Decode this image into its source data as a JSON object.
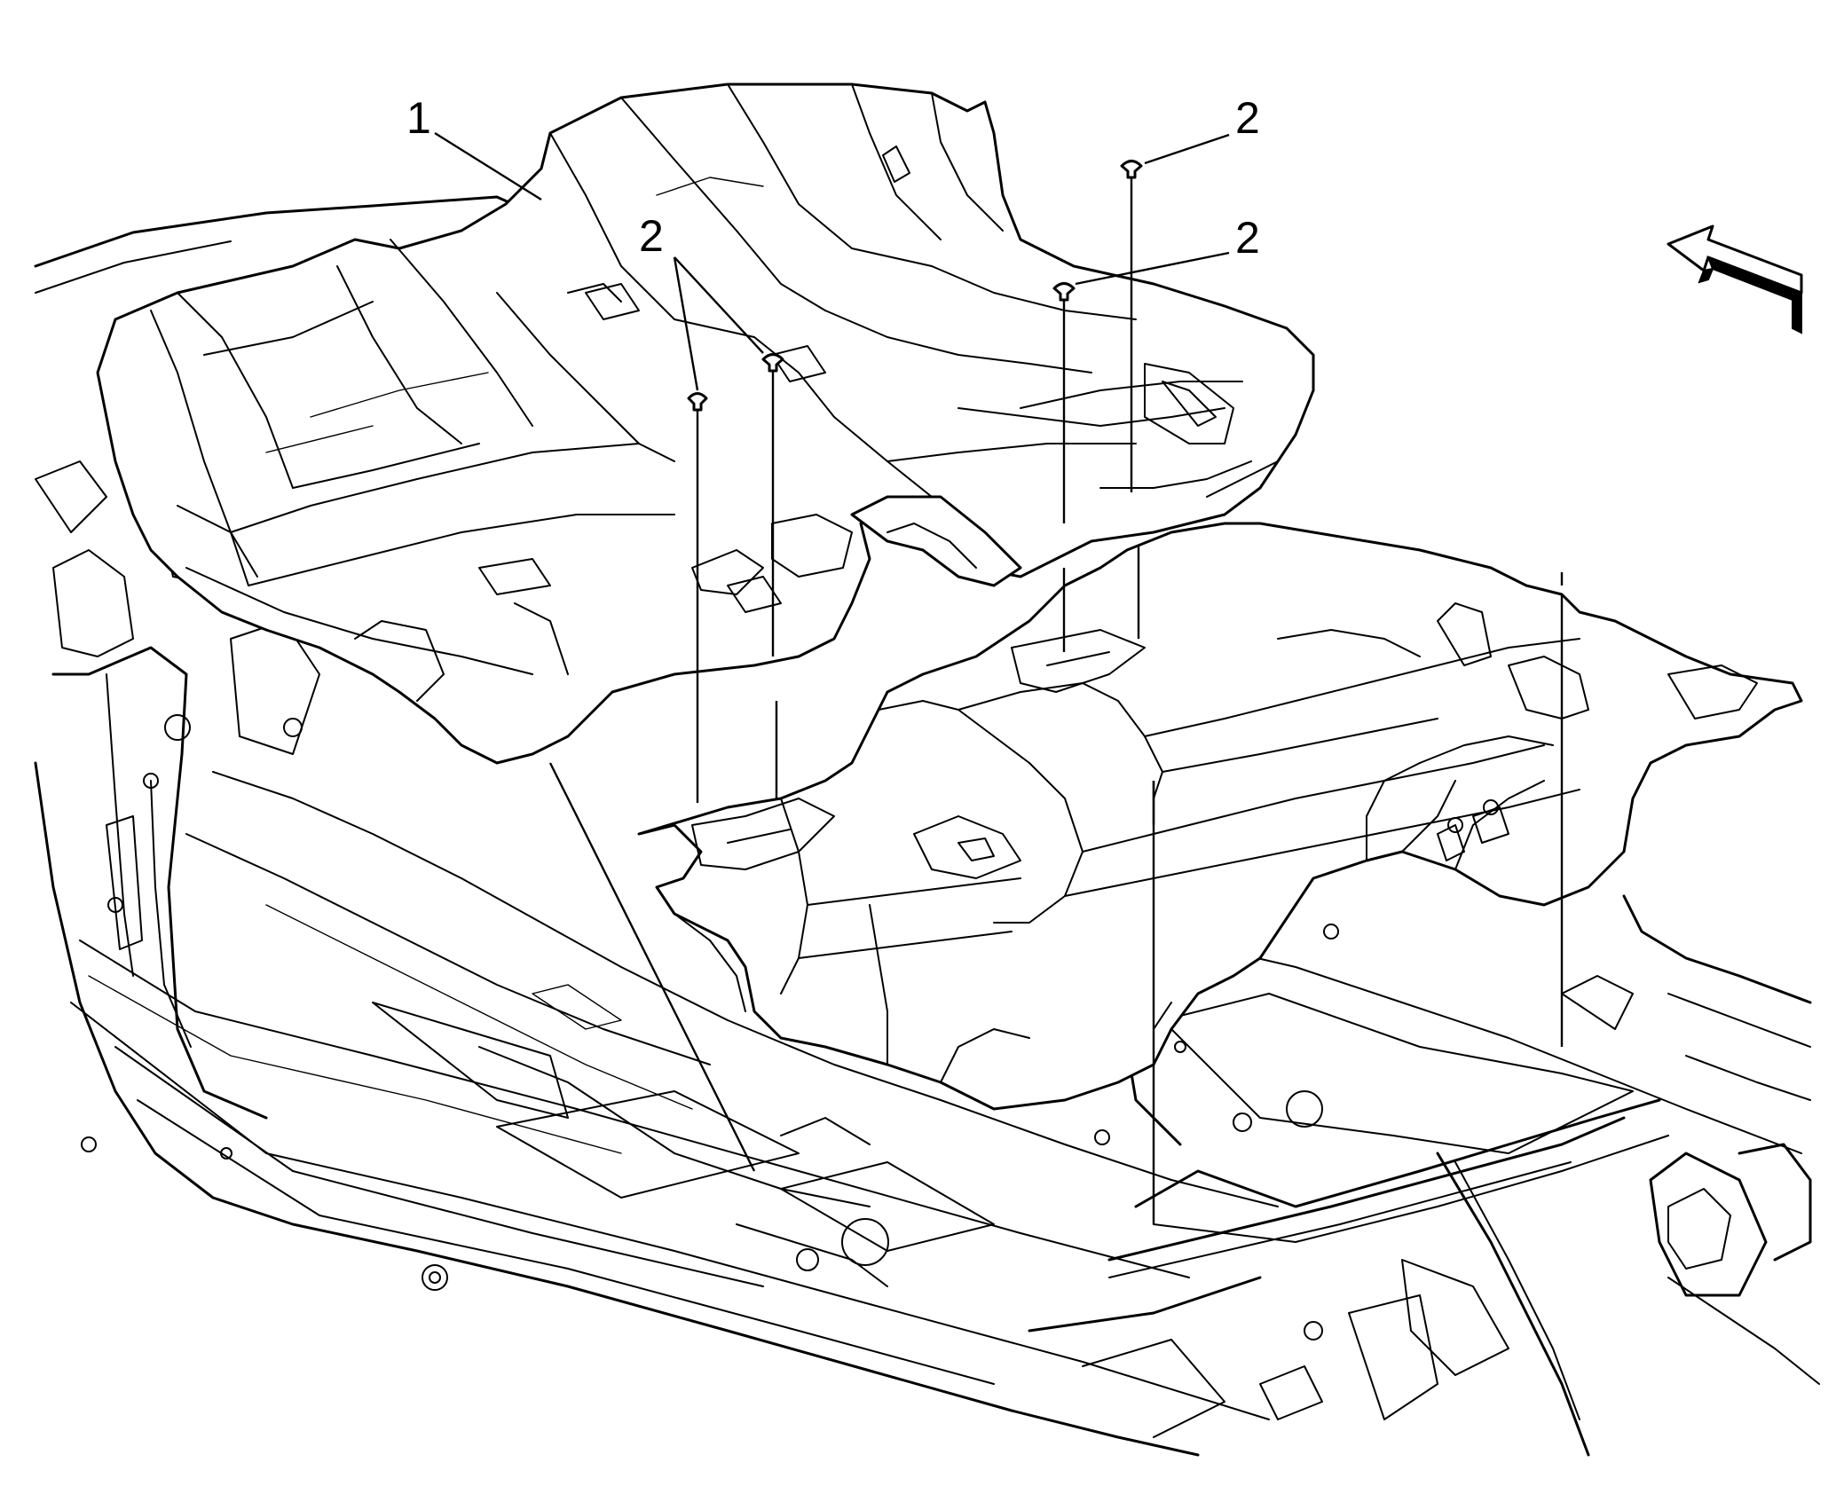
{
  "callouts": {
    "carpet": "1",
    "retainer_a": "2",
    "retainer_b": "2",
    "retainer_c": "2"
  },
  "icons": {
    "direction": "front-arrow-icon"
  }
}
